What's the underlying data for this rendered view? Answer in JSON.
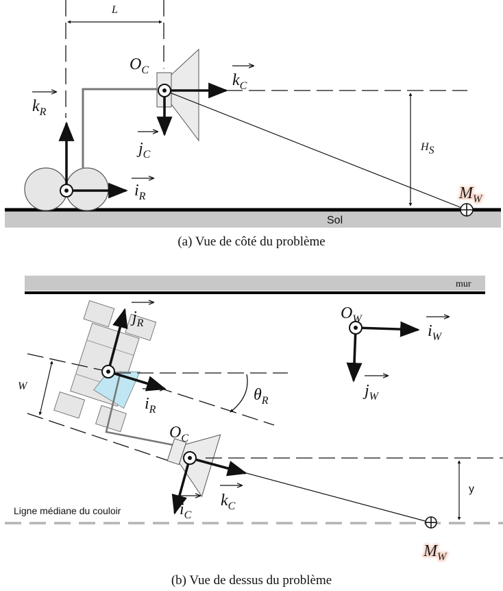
{
  "side_view": {
    "caption": "(a) Vue de côté du problème",
    "labels": {
      "L": "L",
      "O": "O",
      "O_sub": "C",
      "kC": "k",
      "kC_sub": "C",
      "jC": "j",
      "jC_sub": "C",
      "kR": "k",
      "kR_sub": "R",
      "iR": "i",
      "iR_sub": "R",
      "H": "H",
      "H_sub": "S",
      "M": "M",
      "M_sub": "W",
      "ground": "Sol"
    }
  },
  "top_view": {
    "caption": "(b) Vue de dessus du problème",
    "labels": {
      "wall": "mur",
      "jR": "j",
      "jR_sub": "R",
      "iR": "i",
      "iR_sub": "R",
      "OW": "O",
      "OW_sub": "W",
      "iW": "i",
      "iW_sub": "W",
      "jW": "j",
      "jW_sub": "W",
      "W": "W",
      "theta": "θ",
      "theta_sub": "R",
      "OC": "O",
      "OC_sub": "C",
      "kC": "k",
      "kC_sub": "C",
      "iC": "i",
      "iC_sub": "C",
      "y": "y",
      "midline": "Ligne médiane du couloir",
      "M": "M",
      "M_sub": "W"
    }
  },
  "colors": {
    "ground_fill": "#c8c8c8",
    "part_fill": "#e6e6e6",
    "camera_fill": "#ebebeb",
    "frame_gray": "#777777",
    "view_cone": "#bfe6f2",
    "midline": "#b4b4b4",
    "label_glow": "#f6d6c9"
  }
}
